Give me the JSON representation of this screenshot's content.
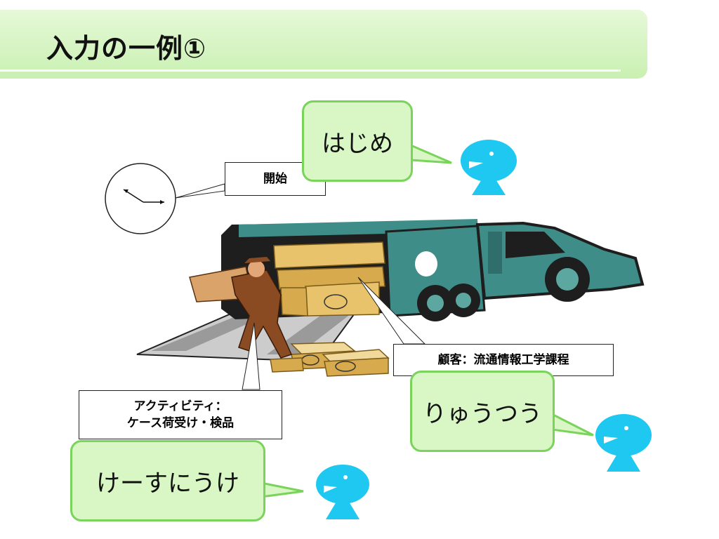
{
  "slide": {
    "title": "入力の一例①"
  },
  "callouts": {
    "start": "開始",
    "customer": "顧客：流通情報工学課程",
    "activity_line1": "アクティビティ：",
    "activity_line2": "ケース荷受け・検品"
  },
  "bubbles": {
    "top": "はじめ",
    "right": "りゅうつう",
    "bottom": "けーすにうけ"
  },
  "colors": {
    "title_bg": "#c9f0b2",
    "bubble_fill": "#d8f7c4",
    "bubble_border": "#7ad35a",
    "person_icon": "#1ec8f0",
    "truck_body": "#3f8d88"
  }
}
